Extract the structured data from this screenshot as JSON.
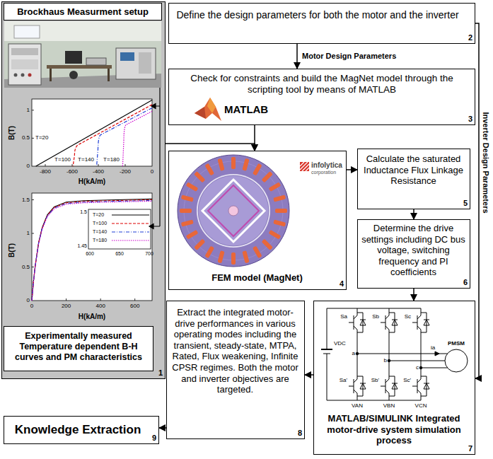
{
  "diagram": {
    "nodes": [
      {
        "text": [
          "1"
        ]
      },
      {
        "text": [
          "Brockhaus Measurment setup"
        ],
        "in": 0
      },
      {
        "text": [
          "Experimentally measured Temperature dependent B-H curves and PM characteristics"
        ],
        "in": 0
      },
      {
        "text": [
          "Define the design parameters for both the motor and the inverter",
          "2"
        ]
      },
      {
        "text": [
          "Check for constraints and build the MagNet model through the scripting tool by means of MATLAB",
          "MATLAB",
          "3"
        ]
      },
      {
        "text": [
          "FEM model (MagNet)",
          "infolytica",
          "corporation",
          "4"
        ]
      },
      {
        "text": [
          "Calculate the saturated Inductance Flux Linkage Resistance",
          "5"
        ]
      },
      {
        "text": [
          "Determine the drive settings including DC bus voltage, switching frequency and PI coefficients",
          "6"
        ]
      },
      {
        "text": [
          "MATLAB/SIMULINK Integrated motor-drive system simulation process",
          "7"
        ]
      },
      {
        "text": [
          "Extract the integrated motor-drive performances in various operating modes including the transient, steady-state, MTPA, Rated, Flux weakening, Infinite CPSR regimes. Both the motor and inverter objectives are targeted.",
          "8"
        ]
      },
      {
        "text": [
          "Knowledge Extraction",
          "9"
        ]
      }
    ],
    "edges": [
      {
        "from": 3,
        "to": 4,
        "label": "Motor Design Parameters",
        "arrow": "to"
      },
      {
        "from": 4,
        "to": 5,
        "arrow": "to"
      },
      {
        "from": 0,
        "to": 5,
        "arrow": "to"
      },
      {
        "from": 5,
        "to": 6,
        "arrow": "to"
      },
      {
        "from": 6,
        "to": 7,
        "arrow": "to"
      },
      {
        "from": 7,
        "to": 8,
        "arrow": "to"
      },
      {
        "from": 3,
        "to": 8,
        "label": "Inverter Design Parameters",
        "arrow": "to"
      },
      {
        "from": 8,
        "to": 9,
        "arrow": "to"
      },
      {
        "from": 9,
        "to": 10,
        "arrow": "to"
      }
    ],
    "labels": [
      "B(T)",
      "H(kA/m)",
      "T=20",
      "T=100",
      "T=140",
      "T=180",
      "0",
      "0.5",
      "1",
      "-800",
      "-600",
      "-400",
      "-200",
      "0",
      "B(T)",
      "H(kA/m)",
      "0",
      "0.5",
      "1",
      "1.5",
      "0",
      "200",
      "400",
      "600",
      "1.5",
      "1.45",
      "600",
      "650",
      "700",
      "T=20",
      "T=100",
      "T=140",
      "T=180",
      "Sa",
      "Sb",
      "Sc",
      "Sa'",
      "Sb'",
      "Sc'",
      "VDC",
      "a",
      "b",
      "c",
      "ia",
      "PMSM",
      "VAN",
      "VBN",
      "VCN"
    ]
  }
}
